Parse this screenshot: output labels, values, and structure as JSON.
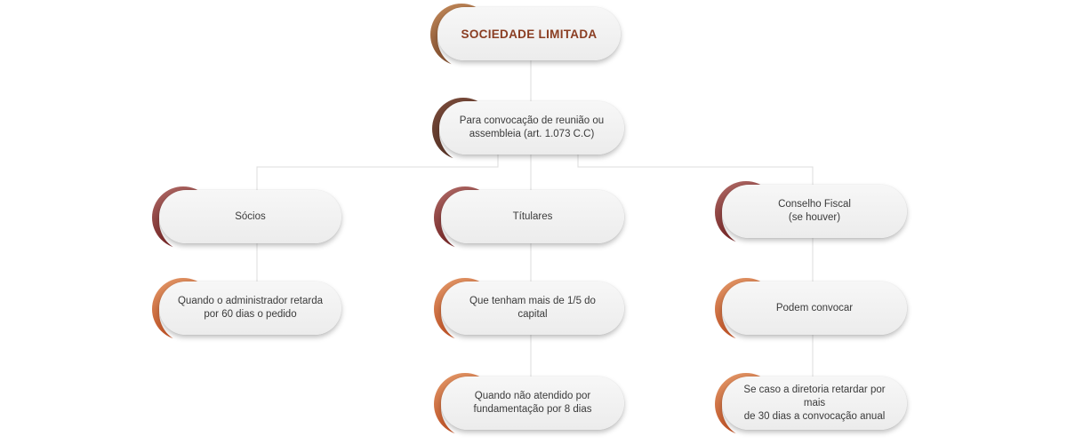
{
  "diagram": {
    "root": {
      "label": "SOCIEDADE LIMITADA"
    },
    "condition": {
      "label": "Para convocação de reunião ou\nassembleia (art. 1.073 C.C)"
    },
    "branches": [
      {
        "header": "Sócios",
        "items": [
          "Quando o administrador retarda\npor 60 dias o pedido"
        ]
      },
      {
        "header": "Títulares",
        "items": [
          "Que tenham mais de 1/5 do capital",
          "Quando não atendido por\nfundamentação por 8 dias"
        ]
      },
      {
        "header": "Conselho Fiscal\n(se houver)",
        "items": [
          "Podem convocar",
          "Se caso a diretoria retardar por mais\nde 30 dias a convocação anual"
        ]
      }
    ]
  },
  "colors": {
    "connector": "#dcdcdc",
    "title_text": "#8a3d22",
    "body_text": "#3a3a3a"
  }
}
